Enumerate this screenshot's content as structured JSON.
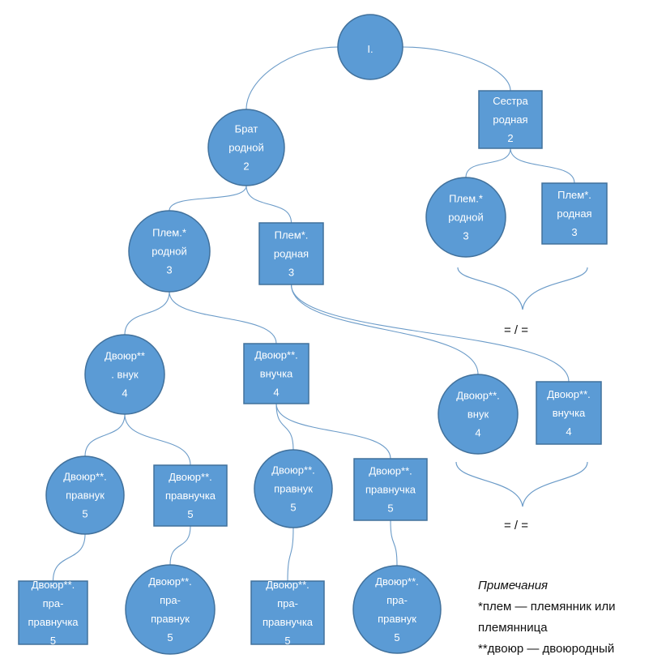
{
  "colors": {
    "fill": "#5b9bd5",
    "stroke": "#41719c",
    "line": "#6b9bc8",
    "text": "#ffffff"
  },
  "nodes": {
    "root": {
      "shape": "circle",
      "lines": [
        "I."
      ]
    },
    "brat": {
      "shape": "circle",
      "lines": [
        "Брат",
        "родной",
        "2"
      ]
    },
    "sestra": {
      "shape": "rect",
      "lines": [
        "Сестра",
        "родная",
        "2"
      ]
    },
    "plem_rodnoy_1": {
      "shape": "circle",
      "lines": [
        "Плем.*",
        "родной",
        "3"
      ]
    },
    "plem_rodnaya_1": {
      "shape": "rect",
      "lines": [
        "Плем*.",
        "родная",
        "3"
      ]
    },
    "plem_rodnoy_2": {
      "shape": "circle",
      "lines": [
        "Плем.*",
        "родной",
        "3"
      ]
    },
    "plem_rodnaya_2": {
      "shape": "rect",
      "lines": [
        "Плем*.",
        "родная",
        "3"
      ]
    },
    "dv_vnuk_1": {
      "shape": "circle",
      "lines": [
        "Двоюр**",
        ". внук",
        "4"
      ]
    },
    "dv_vnuchka_1": {
      "shape": "rect",
      "lines": [
        "Двоюр**.",
        "внучка",
        "4"
      ]
    },
    "dv_vnuk_2": {
      "shape": "circle",
      "lines": [
        "Двоюр**.",
        "внук",
        "4"
      ]
    },
    "dv_vnuchka_2": {
      "shape": "rect",
      "lines": [
        "Двоюр**.",
        "внучка",
        "4"
      ]
    },
    "pravnuk_1": {
      "shape": "circle",
      "lines": [
        "Двоюр**.",
        "правнук",
        "5"
      ]
    },
    "pravnuchka_1": {
      "shape": "rect",
      "lines": [
        "Двоюр**.",
        "правнучка",
        "5"
      ]
    },
    "pravnuk_2": {
      "shape": "circle",
      "lines": [
        "Двоюр**.",
        "правнук",
        "5"
      ]
    },
    "pravnuchka_2": {
      "shape": "rect",
      "lines": [
        "Двоюр**.",
        "правнучка",
        "5"
      ]
    },
    "prapravnuchka_1": {
      "shape": "rect",
      "lines": [
        "Двоюр**.",
        "пра-",
        "правнучка",
        "5"
      ]
    },
    "prapravnuk_1": {
      "shape": "circle",
      "lines": [
        "Двоюр**.",
        "пра-",
        "правнук",
        "5"
      ]
    },
    "prapravnuchka_2": {
      "shape": "rect",
      "lines": [
        "Двоюр**.",
        "пра-",
        "правнучка",
        "5"
      ]
    },
    "prapravnuk_2": {
      "shape": "circle",
      "lines": [
        "Двоюр**.",
        "пра-",
        "правнук",
        "5"
      ]
    }
  },
  "edges": [
    [
      "root",
      "brat"
    ],
    [
      "root",
      "sestra"
    ],
    [
      "brat",
      "plem_rodnoy_1"
    ],
    [
      "brat",
      "plem_rodnaya_1"
    ],
    [
      "sestra",
      "plem_rodnoy_2"
    ],
    [
      "sestra",
      "plem_rodnaya_2"
    ],
    [
      "plem_rodnoy_1",
      "dv_vnuk_1"
    ],
    [
      "plem_rodnoy_1",
      "dv_vnuchka_1"
    ],
    [
      "plem_rodnaya_1",
      "dv_vnuk_2"
    ],
    [
      "plem_rodnaya_1",
      "dv_vnuchka_2"
    ],
    [
      "dv_vnuk_1",
      "pravnuk_1"
    ],
    [
      "dv_vnuk_1",
      "pravnuchka_1"
    ],
    [
      "dv_vnuchka_1",
      "pravnuk_2"
    ],
    [
      "dv_vnuchka_1",
      "pravnuchka_2"
    ],
    [
      "pravnuk_1",
      "prapravnuchka_1"
    ],
    [
      "pravnuchka_1",
      "prapravnuk_1"
    ],
    [
      "pravnuk_2",
      "prapravnuchka_2"
    ],
    [
      "pravnuchka_2",
      "prapravnuk_2"
    ]
  ],
  "inequality_1": "= / =",
  "inequality_2": "= / =",
  "notes": {
    "title": "Примечания",
    "line1": "*плем — племянник или",
    "line2": "племянница",
    "line3": "**двоюр — двоюродный"
  }
}
